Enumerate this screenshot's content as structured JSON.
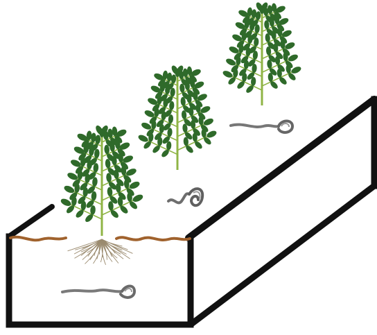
{
  "colors": {
    "background": "#ffffff",
    "box_outline": "#111111",
    "soil_line": "#a0622d",
    "stem": "#8fb445",
    "leaf": "#2f6a2a",
    "leaf_light": "#4b8a36",
    "root": "#9a8a6e",
    "worm": "#8a8a8a",
    "worm_dark": "#555555"
  },
  "illustration": {
    "planter_box": "raised-bed-box",
    "plants": [
      "tomato-plant-front",
      "tomato-plant-middle",
      "tomato-plant-back"
    ],
    "worms": [
      "worm-front",
      "worm-middle",
      "worm-back"
    ]
  }
}
